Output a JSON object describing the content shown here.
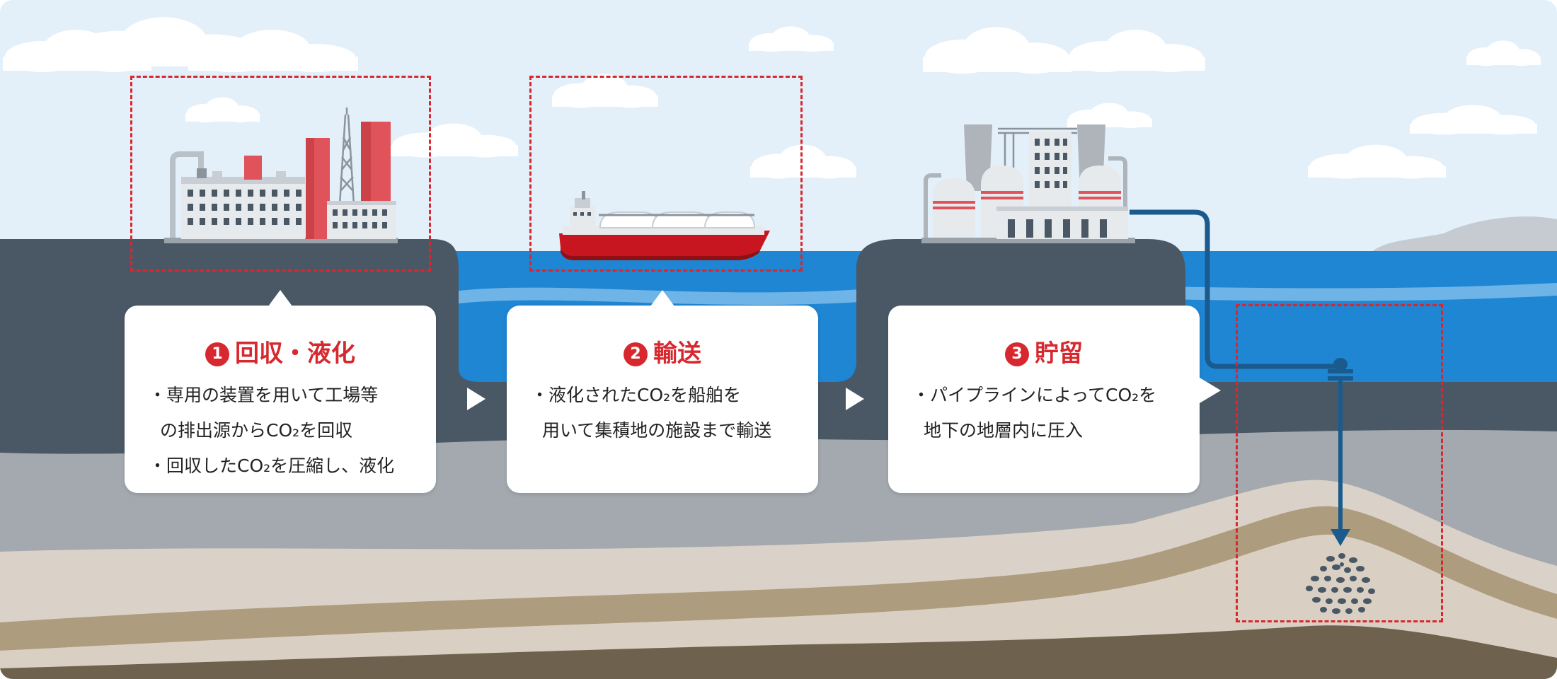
{
  "steps": [
    {
      "number": "1",
      "title": "回収・液化",
      "lines": [
        "・専用の装置を用いて工場等",
        "の排出源からCO₂を回収",
        "・回収したCO₂を圧縮し、液化"
      ]
    },
    {
      "number": "2",
      "title": "輸送",
      "lines": [
        "・液化されたCO₂を船舶を",
        "用いて集積地の施設まで輸送"
      ]
    },
    {
      "number": "3",
      "title": "貯留",
      "lines": [
        "・パイプラインによってCO₂を",
        "地下の地層内に圧入"
      ]
    }
  ],
  "colors": {
    "accent_red": "#d7282f",
    "sky": "#e3eff9",
    "sea": "#1f86d4",
    "land": "#4a5866",
    "pipe": "#1a5a8c"
  },
  "icons": [
    "factory-icon",
    "lng-ship-icon",
    "storage-plant-icon",
    "injection-well-icon"
  ]
}
